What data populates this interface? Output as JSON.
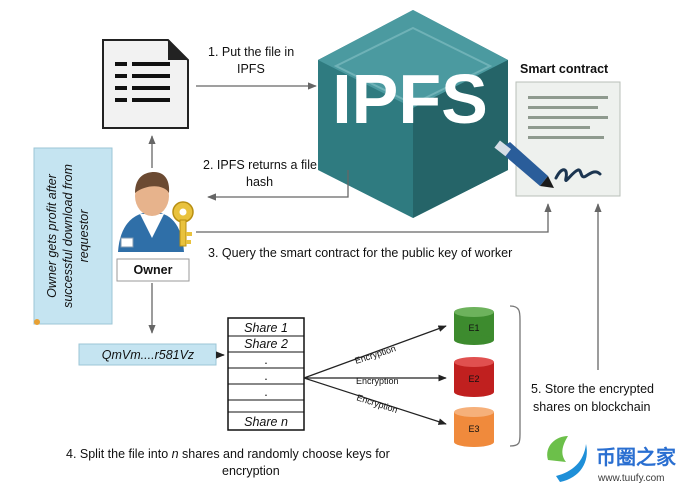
{
  "steps": {
    "s1_line1": "1. Put the file in",
    "s1_line2": "IPFS",
    "s2_line1": "2. IPFS returns a file",
    "s2_line2": "hash",
    "s3": "3. Query the smart contract for the public key of worker",
    "s4_line1_a": "4. Split the file into ",
    "s4_line1_n": "n",
    "s4_line1_b": " shares and randomly choose keys for",
    "s4_line2": "encryption",
    "s5_line1": "5. Store the encrypted",
    "s5_line2": "shares on blockchain"
  },
  "ipfs": {
    "label": "IPFS",
    "color": "#2f7b80"
  },
  "smart_contract": {
    "title": "Smart contract"
  },
  "owner": {
    "label": "Owner"
  },
  "side_note": {
    "line1": "Owner gets profit  after",
    "line2": "successful download from",
    "line3": "requestor"
  },
  "hash": {
    "value": "QmVm....r581Vz"
  },
  "shares": {
    "first": "Share 1",
    "second": "Share 2",
    "dot": ".",
    "last": "Share n"
  },
  "encryption": {
    "label": "Encryption"
  },
  "keys": [
    {
      "label": "E1",
      "color": "#3d8b2e"
    },
    {
      "label": "E2",
      "color": "#c0201f"
    },
    {
      "label": "E3",
      "color": "#f08a3c"
    }
  ],
  "watermark": {
    "name": "币圈之家",
    "url": "www.tuufy.com"
  }
}
